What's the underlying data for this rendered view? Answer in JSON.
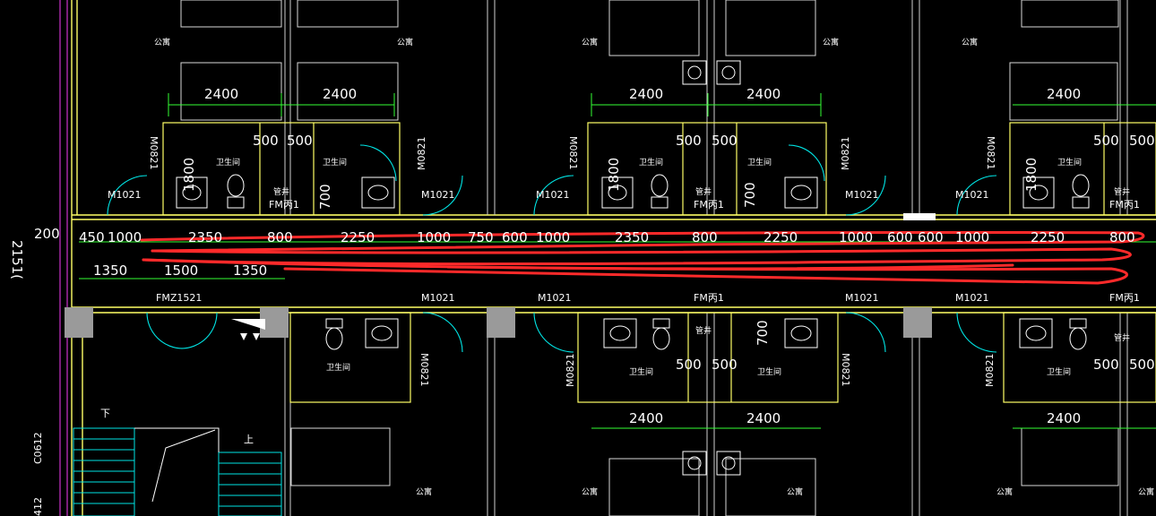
{
  "room_labels": {
    "apartment": "公寓",
    "toilet": "卫生间",
    "shaft": "管井"
  },
  "door_tags": {
    "m1021": "M1021",
    "m0821": "M0821",
    "fm_shaft": "FM丙1",
    "fm_stair": "FMZ1521",
    "c0612": "C0612"
  },
  "dimensions": {
    "upper_width": "2400",
    "shaft_half": "500",
    "toilet_depth": "1800",
    "shaft_depth": "700",
    "corridor_chain": [
      "200",
      "450",
      "1000",
      "2350",
      "800",
      "2250",
      "1000",
      "750",
      "600",
      "1000",
      "2350",
      "800",
      "2250",
      "1000",
      "600",
      "600",
      "1000",
      "2250",
      "800"
    ],
    "lower_chain": [
      "1350",
      "1500",
      "1350"
    ],
    "left_vertical": "2151(",
    "bottom_partial": "412"
  },
  "stair": {
    "down": "下",
    "up": "上"
  },
  "colors": {
    "background": "#000000",
    "wall_yellow": "#ffff66",
    "dim_green": "#33ff33",
    "door_cyan": "#00e5e5",
    "grid_magenta": "#cc33cc",
    "column_gray": "#9a9a9a",
    "redline": "#ff2a2a",
    "text": "#ffffff"
  }
}
